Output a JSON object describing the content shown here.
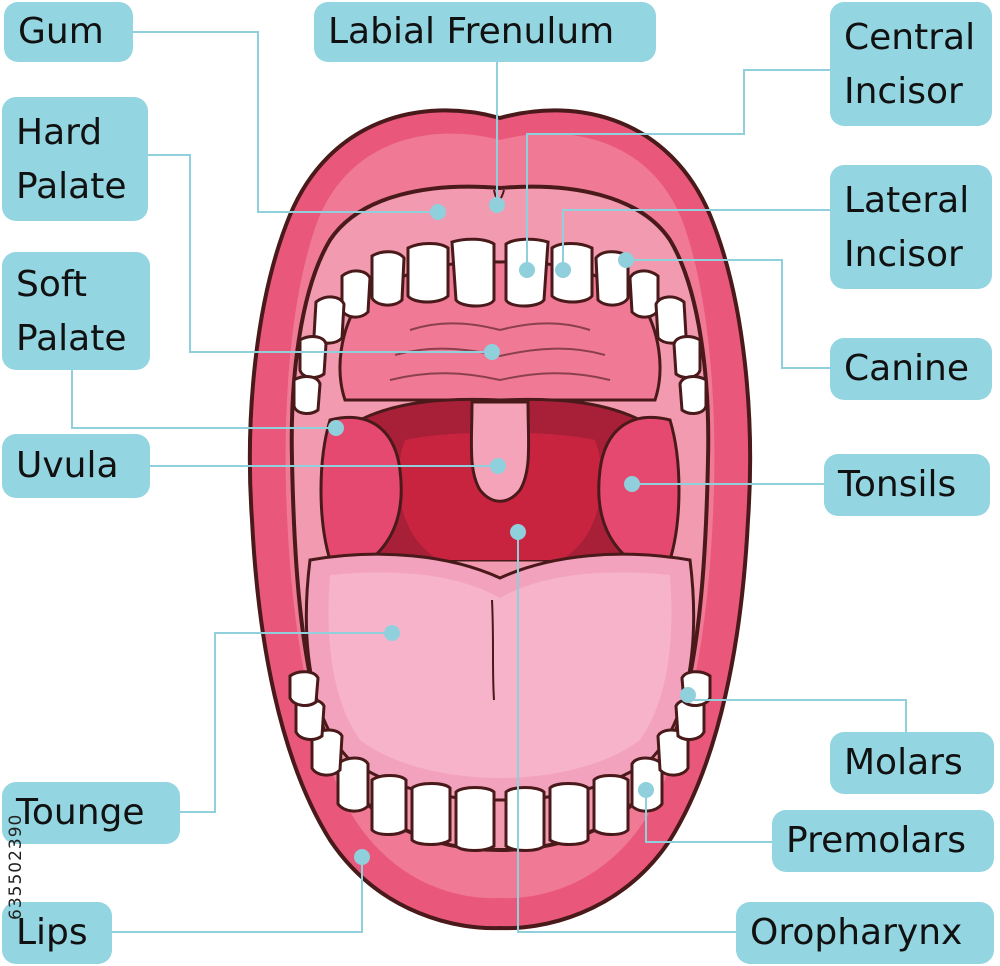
{
  "labels": {
    "gum": "Gum",
    "labial_frenulum": "Labial Frenulum",
    "central_incisor": "Central\nIncisor",
    "hard_palate": "Hard\nPalate",
    "lateral_incisor": "Lateral\nIncisor",
    "soft_palate": "Soft\nPalate",
    "canine": "Canine",
    "uvula": "Uvula",
    "tonsils": "Tonsils",
    "molars": "Molars",
    "tounge": "Tounge",
    "premolars": "Premolars",
    "lips": "Lips",
    "oropharynx": "Oropharynx"
  },
  "stock_id": "635502390",
  "colors": {
    "label_bg": "#93d5e0",
    "leader_line": "#8fd0dc",
    "lip_outer": "#e9587b",
    "lip_inner": "#f07a96",
    "mouth_inner": "#f29ab0",
    "palate": "#f4a3b8",
    "tongue": "#f3a2bd",
    "throat": "#c8233f",
    "tooth": "#ffffff",
    "outline": "#4a1a1a"
  }
}
